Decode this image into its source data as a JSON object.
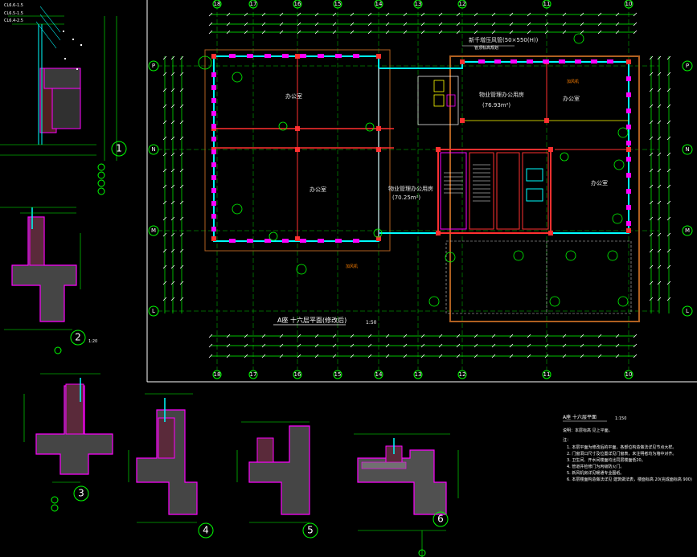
{
  "plan": {
    "title": "A座 十六层平面(修改后)",
    "scale": "1:50",
    "rooms": {
      "office_nw": "办公室",
      "office_sw": "办公室",
      "office_ne": "办公室",
      "office_e": "办公室",
      "property_office_1": "物业管理办公用房",
      "property_office_1_area": "(76.93m²)",
      "property_office_2": "物业管理办公用房",
      "property_office_2_area": "(70.25m²)"
    },
    "annotations": {
      "duct_note": "新千增压风管(50×550(H))",
      "duct_note_2": "管顶标高规划",
      "red_note_1": "加风机",
      "red_note_2": "加风机"
    },
    "axes_top": [
      "18",
      "17",
      "16",
      "15",
      "14",
      "13",
      "12",
      "11",
      "10"
    ],
    "axes_left": [
      "P",
      "N",
      "M",
      "L"
    ],
    "axes_right": [
      "P",
      "N",
      "M",
      "L"
    ]
  },
  "details": {
    "d1": "1",
    "d2": "2",
    "d3": "3",
    "d4": "4",
    "d5": "5",
    "d6": "6",
    "scale": "1:20"
  },
  "notes": {
    "title": "A座 十六层平面",
    "scale": "1:150",
    "lines": [
      "说明：本层标高 见上平面。",
      "注：",
      "1. 本层平面为修改后的平面，各部位构造做法详见节点大样。",
      "2. 门窗洞口尺寸及位置详见门窗表，未注明者均为墙中对齐。",
      "3. 卫生间、开水间楼面均比同层楼面低20。",
      "4. 管道井检修门为丙级防火门。",
      "5. 新风机房详见暖通专业图纸。",
      "6. 本层楼面构造做法详见 建筑做法表，楼面标高 20(完成面标高 900)"
    ]
  },
  "colors": {
    "background": "#000000",
    "axis_green": "#00ff00",
    "wall_red": "#ff3030",
    "magenta": "#ff00ff",
    "cyan": "#00ffff",
    "yellow": "#ffff00",
    "orange": "#ff8000",
    "white": "#ffffff"
  }
}
